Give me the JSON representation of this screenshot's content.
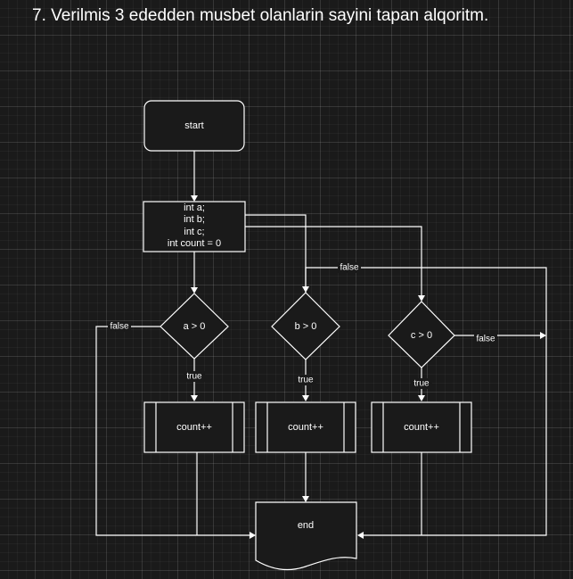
{
  "title": "7. Verilmis 3 ededden musbet olanlarin sayini tapan alqoritm.",
  "nodes": {
    "start": "start",
    "init_lines": [
      "int a;",
      "int b;",
      "int c;",
      "int count = 0"
    ],
    "cond_a": "a > 0",
    "cond_b": "b > 0",
    "cond_c": "c > 0",
    "count_a": "count++",
    "count_b": "count++",
    "count_c": "count++",
    "end": "end"
  },
  "edge_labels": {
    "a_true": "true",
    "b_true": "true",
    "c_true": "true",
    "a_false": "false",
    "b_false": "false",
    "c_false": "false"
  }
}
